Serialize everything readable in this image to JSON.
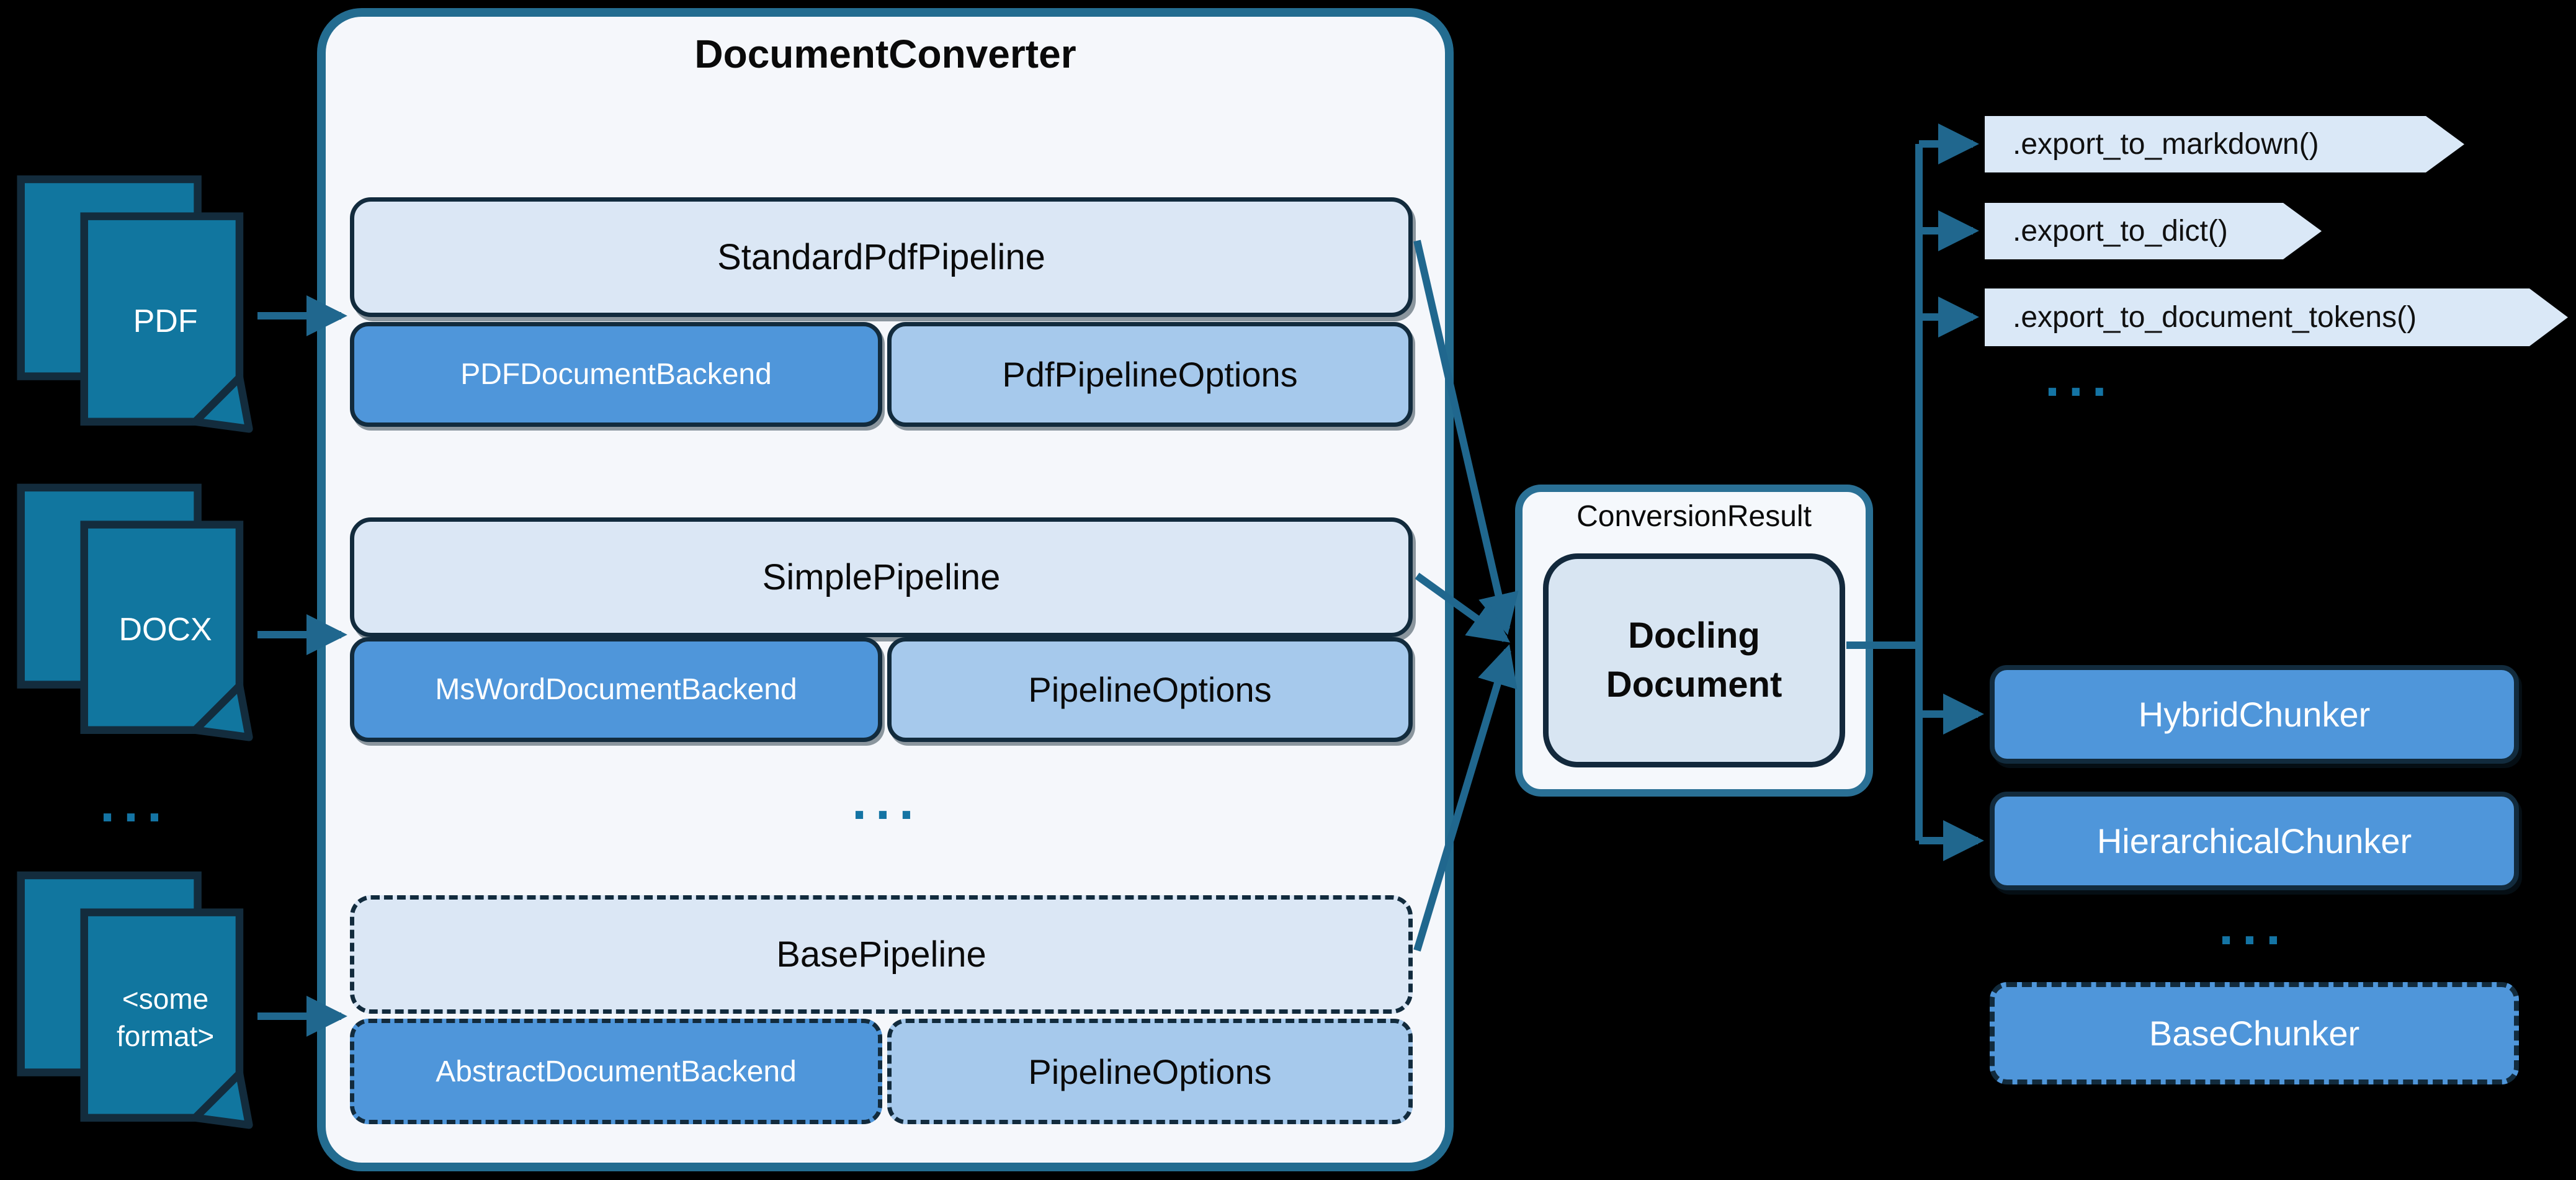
{
  "header": {
    "title": "DocumentConverter"
  },
  "inputs": {
    "items": [
      {
        "label": "PDF"
      },
      {
        "label": "DOCX"
      },
      {
        "label": "<some format>"
      }
    ],
    "ellipsis": "..."
  },
  "converter": {
    "pipelines": [
      {
        "name": "StandardPdfPipeline",
        "backend": "PDFDocumentBackend",
        "options": "PdfPipelineOptions"
      },
      {
        "name": "SimplePipeline",
        "backend": "MsWordDocumentBackend",
        "options": "PipelineOptions"
      },
      {
        "name": "BasePipeline",
        "backend": "AbstractDocumentBackend",
        "options": "PipelineOptions"
      }
    ],
    "ellipsis": "..."
  },
  "result": {
    "label": "ConversionResult",
    "document": "Docling Document"
  },
  "exports": {
    "methods": [
      ".export_to_markdown()",
      ".export_to_dict()",
      ".export_to_document_tokens()"
    ],
    "ellipsis": "..."
  },
  "chunkers": {
    "items": [
      "HybridChunker",
      "HierarchicalChunker"
    ],
    "ellipsis": "...",
    "base": "BaseChunker"
  },
  "colors": {
    "background": "#000000",
    "teal_icon_fill": "#11769F",
    "dark_outline": "#122B3D",
    "arrow_teal": "#20678E",
    "container_fill": "#F5F7FB",
    "container_border": "#236C90",
    "pipeline_fill": "#DBE7F5",
    "backend_fill": "#4F96DA",
    "options_fill": "#A6C9EC",
    "docling_fill": "#D8E5F2",
    "tag_fill": "#DAE8F7",
    "dots_teal": "#1474A4"
  }
}
